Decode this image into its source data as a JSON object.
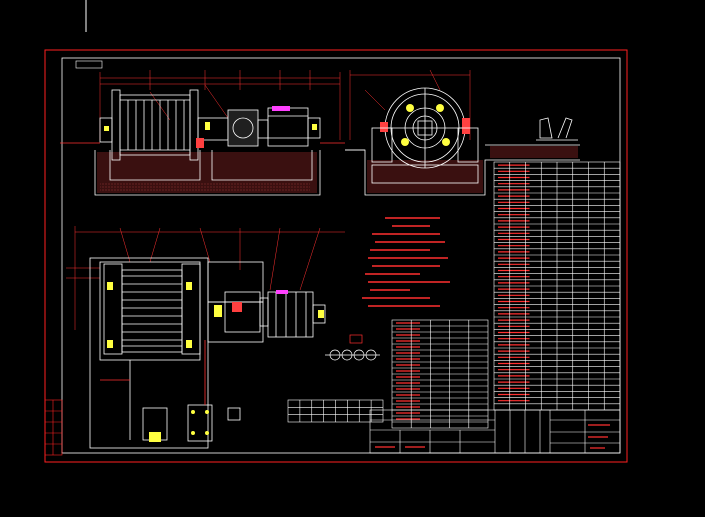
{
  "drawing": {
    "colors": {
      "background": "#000000",
      "frame": "#ff2020",
      "outline": "#ffffff",
      "machine": "#ffffff",
      "fill_yellow": "#ffff40",
      "fill_cyan": "#40ffff",
      "fill_magenta": "#ff40ff",
      "dimension": "#ff3030"
    },
    "title_tag": "",
    "front_view": {
      "title": ""
    },
    "side_view": {
      "title": ""
    },
    "plan_view": {
      "title": ""
    },
    "notes": {
      "heading": "",
      "lines": [
        "",
        "",
        "",
        "",
        "",
        "",
        "",
        "",
        ""
      ]
    },
    "parts_table": {
      "rows": 40,
      "columns": 8
    },
    "spec_table": {
      "rows": 18,
      "columns": 5
    },
    "small_table": {
      "rows": 3,
      "columns": 8
    },
    "title_block": {
      "drawing_name": "",
      "drawing_number": ""
    }
  }
}
